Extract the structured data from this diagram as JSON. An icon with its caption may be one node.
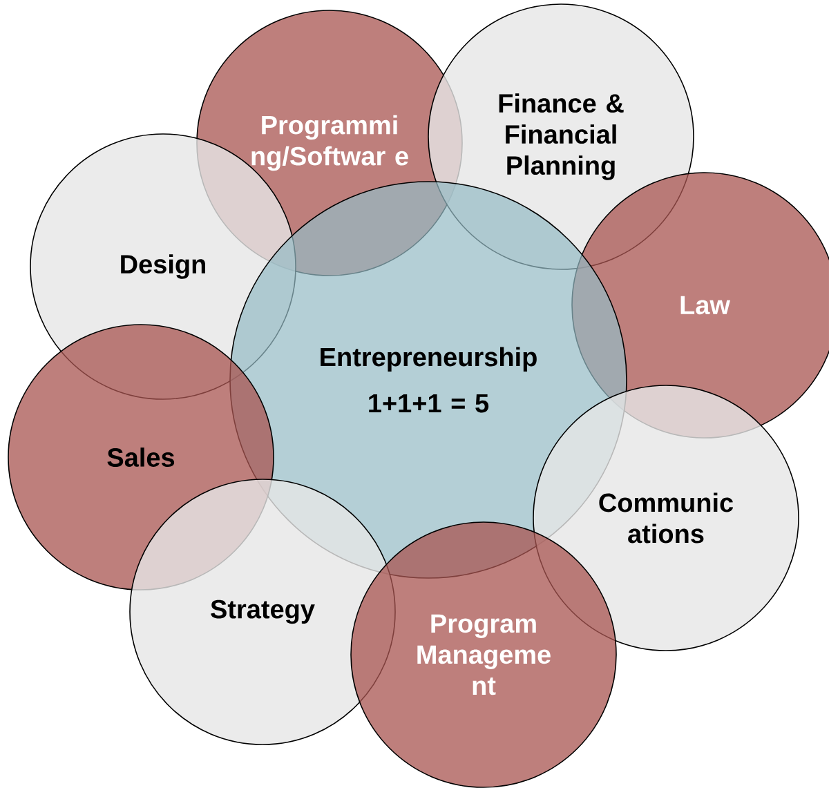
{
  "diagram": {
    "nodes": [
      {
        "text": [
          "Programmi ng/Softwar e"
        ]
      },
      {
        "text": [
          "Finance & Financial Planning"
        ]
      },
      {
        "text": [
          "Design"
        ]
      },
      {
        "text": [
          "Law"
        ]
      },
      {
        "text": [
          "Entrepreneurship",
          "1+1+1 = 5"
        ]
      },
      {
        "text": [
          "Sales"
        ]
      },
      {
        "text": [
          "Communic ations"
        ]
      },
      {
        "text": [
          "Strategy"
        ]
      },
      {
        "text": [
          "Program Manageme nt"
        ]
      }
    ]
  }
}
